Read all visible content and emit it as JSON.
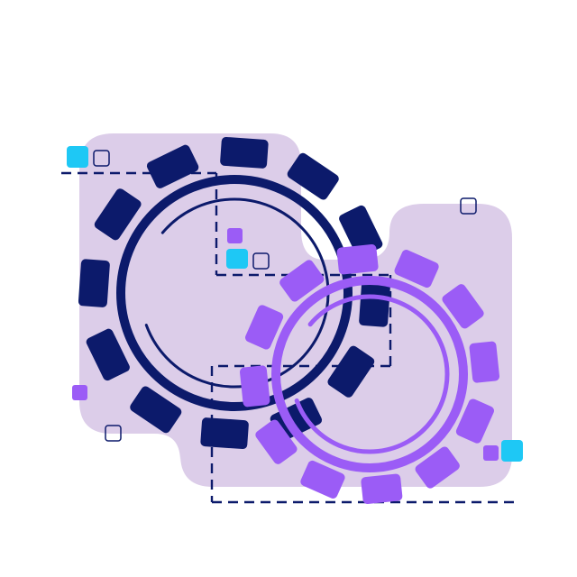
{
  "illustration": {
    "subject": "gears-icon",
    "colors": {
      "background": "#ffffff",
      "blob": "#dccde9",
      "navy": "#0c1a6b",
      "purple": "#9b5cf6",
      "cyan": "#1ec8f5",
      "outline": "#0c1a6b"
    },
    "gears": [
      {
        "name": "large-navy-gear",
        "color": "navy",
        "teeth": 12
      },
      {
        "name": "purple-gear",
        "color": "purple",
        "teeth": 12
      }
    ]
  }
}
